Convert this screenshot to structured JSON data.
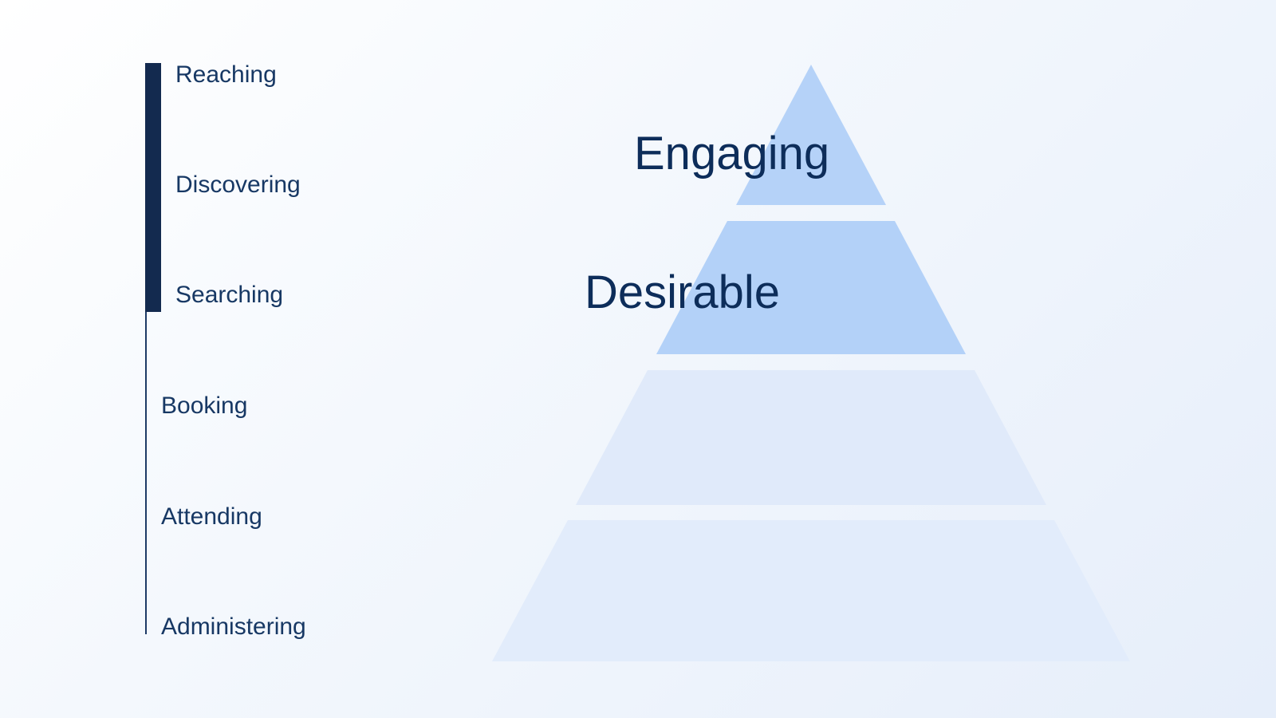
{
  "stage_rail": {
    "highlight_bar_color": "#132a4f",
    "rail_line_color": "#1d3a66",
    "label_color": "#173864",
    "stages": [
      {
        "label": "Reaching",
        "highlighted": true
      },
      {
        "label": "Discovering",
        "highlighted": true
      },
      {
        "label": "Searching",
        "highlighted": true
      },
      {
        "label": "Booking",
        "highlighted": false
      },
      {
        "label": "Attending",
        "highlighted": false
      },
      {
        "label": "Administering",
        "highlighted": false
      }
    ]
  },
  "pyramid": {
    "label_color": "#0d2d5a",
    "segments": [
      {
        "label": "Engaging",
        "emphasized": true,
        "color": "#b5d2f8"
      },
      {
        "label": "Desirable",
        "emphasized": true,
        "color": "#b3d1f8"
      },
      {
        "label": "",
        "emphasized": false,
        "color": "#e0eafa"
      },
      {
        "label": "",
        "emphasized": false,
        "color": "#e2ecfb"
      }
    ]
  },
  "background": {
    "gradient_start": "#ffffff",
    "gradient_end": "#e6eefa"
  }
}
